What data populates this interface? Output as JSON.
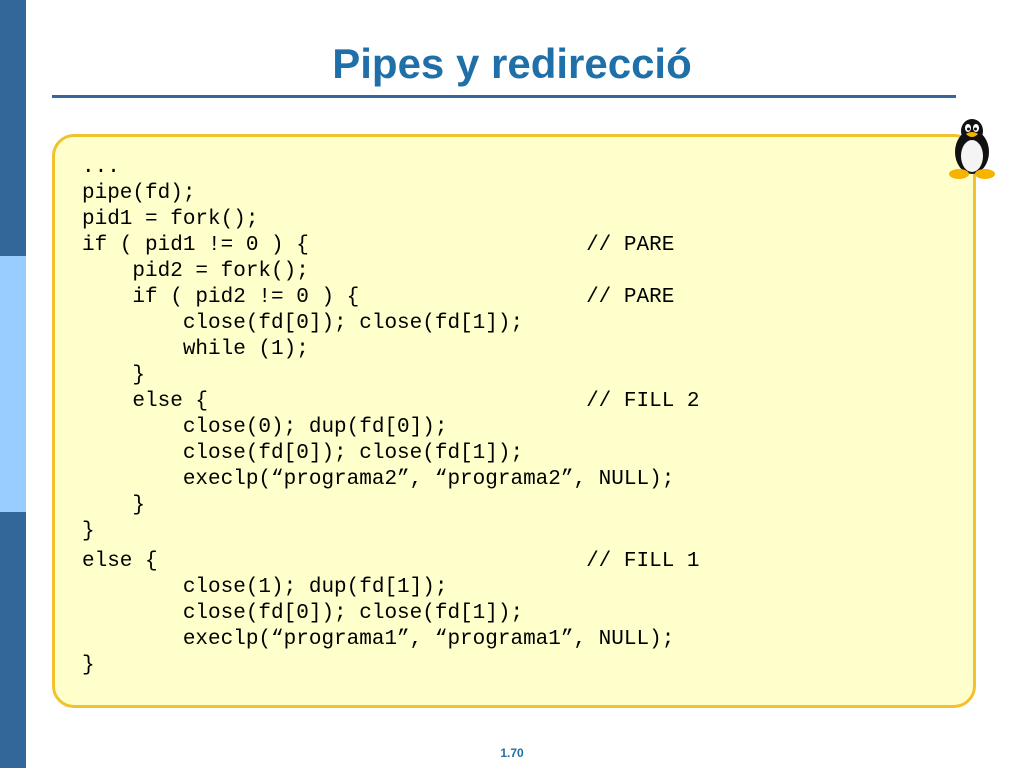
{
  "slide": {
    "title": "Pipes y redirecció",
    "page_number": "1.70",
    "code_lines": [
      "...",
      "pipe(fd);",
      "pid1 = fork();",
      "if ( pid1 != 0 ) {                      // PARE",
      "    pid2 = fork();",
      "    if ( pid2 != 0 ) {                  // PARE",
      "        close(fd[0]); close(fd[1]);",
      "        while (1);",
      "    }",
      "    else {                              // FILL 2",
      "        close(0); dup(fd[0]);",
      "        close(fd[0]); close(fd[1]);",
      "        execlp(“programa2”, “programa2”, NULL);",
      "    }",
      "}",
      "else {                                  // FILL 1",
      "        close(1); dup(fd[1]);",
      "        close(fd[0]); close(fd[1]);",
      "        execlp(“programa1”, “programa1”, NULL);",
      "}"
    ],
    "logo_icon": "tux-penguin-icon"
  },
  "colors": {
    "title": "#1f6fa8",
    "band_dark": "#336699",
    "band_light": "#99ccff",
    "code_background": "#ffffcc",
    "code_border": "#f2c12e"
  }
}
